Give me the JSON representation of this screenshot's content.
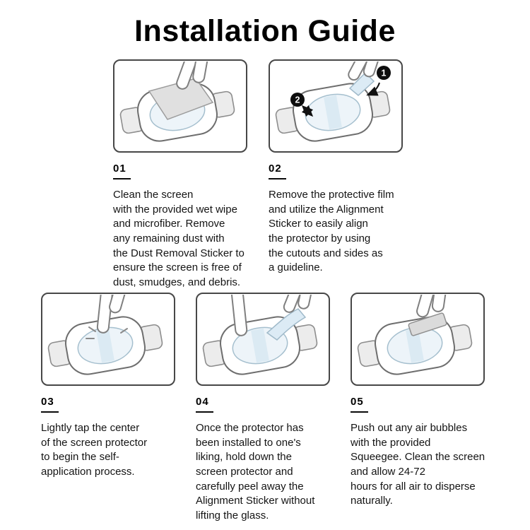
{
  "page": {
    "title": "Installation Guide"
  },
  "colors": {
    "accent_blue": "#cfe2ef",
    "line_gray": "#6e6e6e",
    "band_gray": "#ececec",
    "text": "#141414"
  },
  "steps": [
    {
      "number": "01",
      "icon": "wipe-clean-illustration",
      "description": "Clean the screen\nwith the provided wet wipe\nand microfiber. Remove\nany remaining dust with\nthe Dust Removal Sticker to\nensure the screen is free of\ndust, smudges, and debris."
    },
    {
      "number": "02",
      "icon": "alignment-sticker-illustration",
      "badges": [
        "1",
        "2"
      ],
      "description": "Remove the protective film\nand utilize the Alignment\nSticker to easily align\nthe protector by using\nthe cutouts and sides as\na guideline."
    },
    {
      "number": "03",
      "icon": "tap-center-illustration",
      "description": "Lightly tap the center\nof the screen protector\nto begin the self-\napplication process."
    },
    {
      "number": "04",
      "icon": "peel-alignment-sticker-illustration",
      "description": "Once the protector has\nbeen installed to one's\nliking, hold down the\nscreen protector and\ncarefully peel away the\nAlignment Sticker without\nlifting the glass."
    },
    {
      "number": "05",
      "icon": "squeegee-illustration",
      "description": "Push out any air bubbles\nwith the provided\nSqueegee. Clean the screen\nand allow 24-72\nhours for all air to disperse\nnaturally."
    }
  ]
}
